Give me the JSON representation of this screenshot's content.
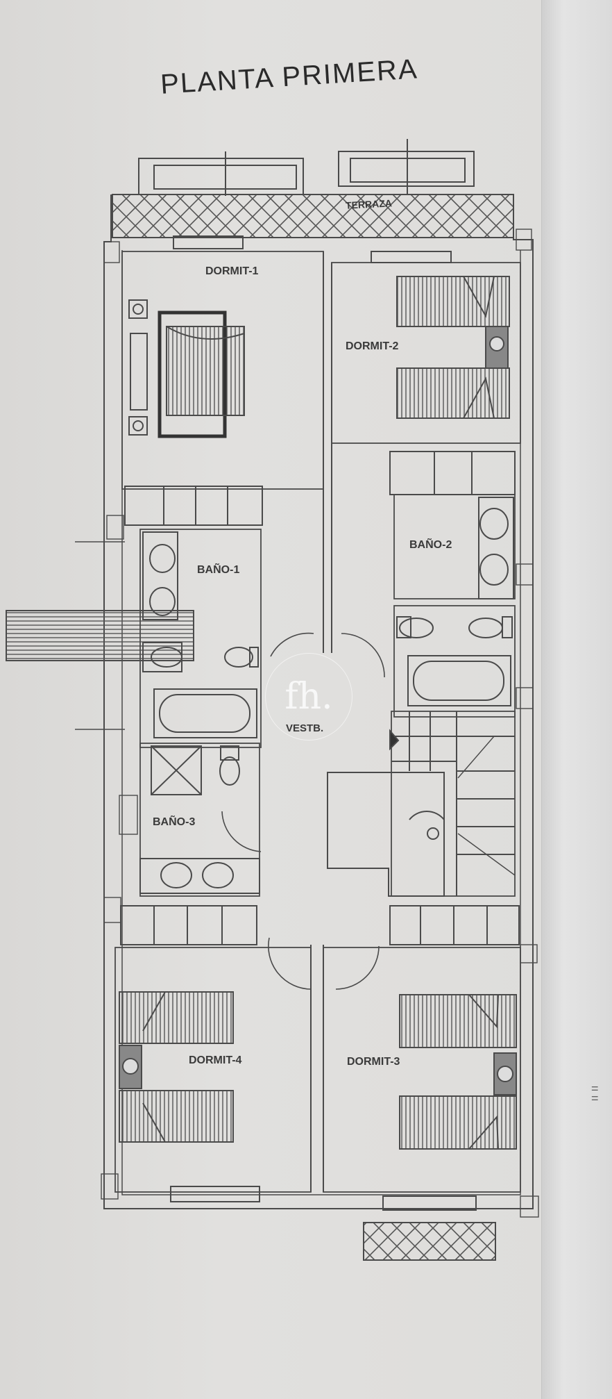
{
  "title": "PLANTA PRIMERA",
  "rooms": {
    "terraza": "TERRAZA",
    "dormit1": "DORMIT-1",
    "dormit2": "DORMIT-2",
    "bano1": "BAÑO-1",
    "bano2": "BAÑO-2",
    "vestb": "VESTB.",
    "bano3": "BAÑO-3",
    "dormit4": "DORMIT-4",
    "dormit3": "DORMIT-3"
  },
  "watermark": "fh.",
  "colors": {
    "line": "#4a4a4a",
    "paper": "#dedddb",
    "text": "#2a2a2a"
  }
}
